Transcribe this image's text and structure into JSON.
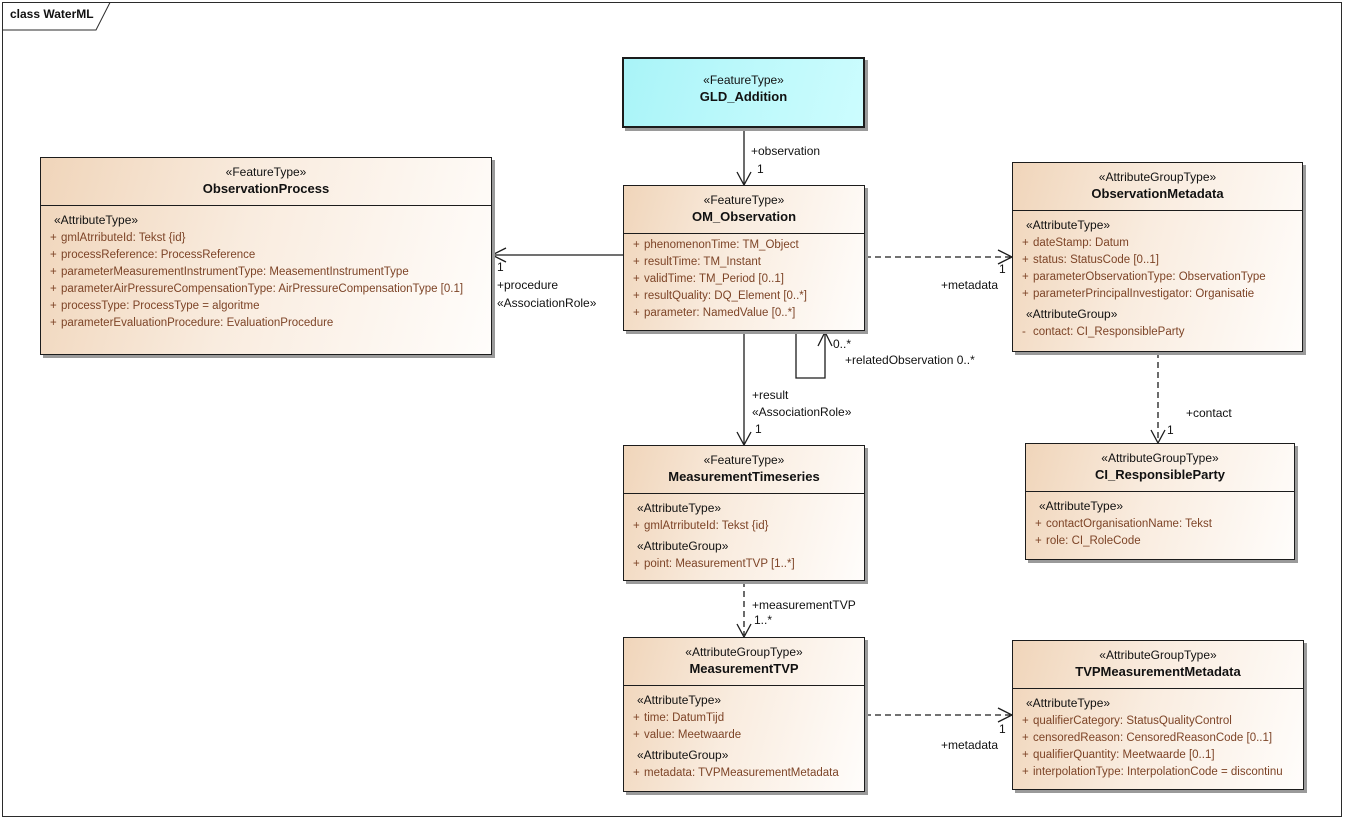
{
  "frame": {
    "label": "class WaterML"
  },
  "colors": {
    "box_fill_start": "#f0d5ba",
    "box_fill_end": "#fffdfb",
    "cyan_fill": "#b2f8fa",
    "attribute_text": "#7d4427",
    "line": "#1c1c1c",
    "shadow": "#9a9a9a"
  },
  "classes": [
    {
      "id": "gld-addition",
      "stereotype": "«FeatureType»",
      "name": "GLD_Addition",
      "sections": []
    },
    {
      "id": "observation-process",
      "stereotype": "«FeatureType»",
      "name": "ObservationProcess",
      "sections": [
        {
          "stereotype": "«AttributeType»",
          "rows": [
            {
              "vis": "+",
              "text": "gmlAtrributeId: Tekst {id}"
            },
            {
              "vis": "+",
              "text": "processReference: ProcessReference"
            },
            {
              "vis": "+",
              "text": "parameterMeasurementInstrumentType: MeasementInstrumentType"
            },
            {
              "vis": "+",
              "text": "parameterAirPressureCompensationType: AirPressureCompensationType [0.1]"
            },
            {
              "vis": "+",
              "text": "processType: ProcessType = algoritme"
            },
            {
              "vis": "+",
              "text": "parameterEvaluationProcedure: EvaluationProcedure"
            }
          ]
        }
      ]
    },
    {
      "id": "om-observation",
      "stereotype": "«FeatureType»",
      "name": "OM_Observation",
      "sections": [
        {
          "stereotype": "",
          "rows": [
            {
              "vis": "+",
              "text": "phenomenonTime: TM_Object"
            },
            {
              "vis": "+",
              "text": "resultTime: TM_Instant"
            },
            {
              "vis": "+",
              "text": "validTime: TM_Period [0..1]"
            },
            {
              "vis": "+",
              "text": "resultQuality: DQ_Element [0..*]"
            },
            {
              "vis": "+",
              "text": "parameter: NamedValue [0..*]"
            }
          ]
        }
      ]
    },
    {
      "id": "observation-metadata",
      "stereotype": "«AttributeGroupType»",
      "name": "ObservationMetadata",
      "sections": [
        {
          "stereotype": "«AttributeType»",
          "rows": [
            {
              "vis": "+",
              "text": "dateStamp: Datum"
            },
            {
              "vis": "+",
              "text": "status: StatusCode [0..1]"
            },
            {
              "vis": "+",
              "text": "parameterObservationType: ObservationType"
            },
            {
              "vis": "+",
              "text": "parameterPrincipalInvestigator: Organisatie"
            }
          ]
        },
        {
          "stereotype": "«AttributeGroup»",
          "rows": [
            {
              "vis": "-",
              "text": "contact: CI_ResponsibleParty"
            }
          ]
        }
      ]
    },
    {
      "id": "measurement-timeseries",
      "stereotype": "«FeatureType»",
      "name": "MeasurementTimeseries",
      "sections": [
        {
          "stereotype": "«AttributeType»",
          "rows": [
            {
              "vis": "+",
              "text": "gmlAtrributeId: Tekst {id}"
            }
          ]
        },
        {
          "stereotype": "«AttributeGroup»",
          "rows": [
            {
              "vis": "+",
              "text": "point: MeasurementTVP [1..*]"
            }
          ]
        }
      ]
    },
    {
      "id": "ci-responsible-party",
      "stereotype": "«AttributeGroupType»",
      "name": "CI_ResponsibleParty",
      "sections": [
        {
          "stereotype": "«AttributeType»",
          "rows": [
            {
              "vis": "+",
              "text": "contactOrganisationName: Tekst"
            },
            {
              "vis": "+",
              "text": "role: CI_RoleCode"
            }
          ]
        }
      ]
    },
    {
      "id": "measurement-tvp",
      "stereotype": "«AttributeGroupType»",
      "name": "MeasurementTVP",
      "sections": [
        {
          "stereotype": "«AttributeType»",
          "rows": [
            {
              "vis": "+",
              "text": "time: DatumTijd"
            },
            {
              "vis": "+",
              "text": "value: Meetwaarde"
            }
          ]
        },
        {
          "stereotype": "«AttributeGroup»",
          "rows": [
            {
              "vis": "+",
              "text": "metadata: TVPMeasurementMetadata"
            }
          ]
        }
      ]
    },
    {
      "id": "tvp-measurement-metadata",
      "stereotype": "«AttributeGroupType»",
      "name": "TVPMeasurementMetadata",
      "sections": [
        {
          "stereotype": "«AttributeType»",
          "rows": [
            {
              "vis": "+",
              "text": "qualifierCategory: StatusQualityControl"
            },
            {
              "vis": "+",
              "text": "censoredReason: CensoredReasonCode [0..1]"
            },
            {
              "vis": "+",
              "text": "qualifierQuantity: Meetwaarde [0..1]"
            },
            {
              "vis": "+",
              "text": "interpolationType: InterpolationCode = discontinu"
            }
          ]
        }
      ]
    }
  ],
  "connectors": [
    {
      "id": "observation",
      "labels": [
        "+observation",
        "1"
      ]
    },
    {
      "id": "procedure",
      "labels": [
        "1",
        "+procedure",
        "«AssociationRole»"
      ]
    },
    {
      "id": "metadata-observation",
      "labels": [
        "1",
        "+metadata"
      ]
    },
    {
      "id": "related-observation",
      "labels": [
        "0..*",
        "+relatedObservation 0..*"
      ]
    },
    {
      "id": "result",
      "labels": [
        "+result",
        "«AssociationRole»",
        "1"
      ]
    },
    {
      "id": "contact",
      "labels": [
        "+contact",
        "1"
      ]
    },
    {
      "id": "measurement-tvp",
      "labels": [
        "+measurementTVP",
        "1..*"
      ]
    },
    {
      "id": "metadata-tvp",
      "labels": [
        "1",
        "+metadata"
      ]
    }
  ]
}
